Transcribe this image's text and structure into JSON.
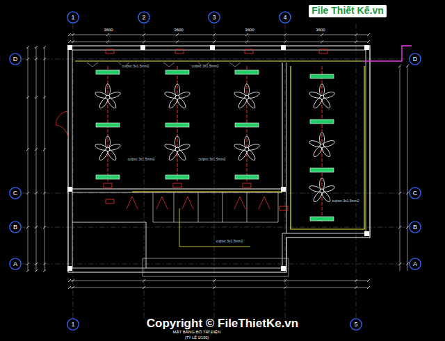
{
  "diagram": {
    "title": "MẶT BẰNG BỐ TRÍ ĐIỆN",
    "caption": "(TỶ LỆ 1/100)",
    "nodes": [
      {
        "text": [
          "1"
        ]
      },
      {
        "text": [
          "2"
        ]
      },
      {
        "text": [
          "3"
        ]
      },
      {
        "text": [
          "4"
        ]
      },
      {
        "text": [
          "D"
        ]
      },
      {
        "text": [
          "D"
        ]
      },
      {
        "text": [
          "C"
        ]
      },
      {
        "text": [
          "C"
        ]
      },
      {
        "text": [
          "B"
        ]
      },
      {
        "text": [
          "B"
        ]
      },
      {
        "text": [
          "A"
        ]
      },
      {
        "text": [
          "A"
        ]
      },
      {
        "text": [
          "1"
        ]
      },
      {
        "text": [
          "5"
        ]
      }
    ],
    "labels": [
      "File Thiết Kế.vn",
      "Copyright © FileThietKe.vn",
      "3600",
      "3600",
      "3600",
      "3600",
      "cu/pvc 3x1.5mm2",
      "cu/pvc 3x1.5mm2",
      "cu/pvc 3x1.5mm2",
      "cu/pvc 3x1.5mm2",
      "cu/pvc 3x1.5mm2",
      "cu/pvc 3x1.5mm2"
    ]
  }
}
